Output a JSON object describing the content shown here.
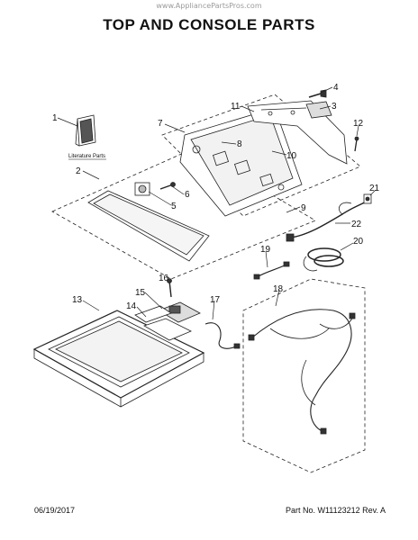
{
  "watermark": "www.AppliancePartsPros.com",
  "title": "TOP AND CONSOLE PARTS",
  "literature_label": "Literature Parts",
  "callouts": [
    "1",
    "2",
    "3",
    "4",
    "5",
    "6",
    "7",
    "8",
    "9",
    "10",
    "11",
    "12",
    "13",
    "14",
    "15",
    "16",
    "17",
    "18",
    "19",
    "20",
    "21",
    "22"
  ],
  "footer": {
    "date": "06/19/2017",
    "part_number": "Part No. W11123212  Rev. A"
  }
}
